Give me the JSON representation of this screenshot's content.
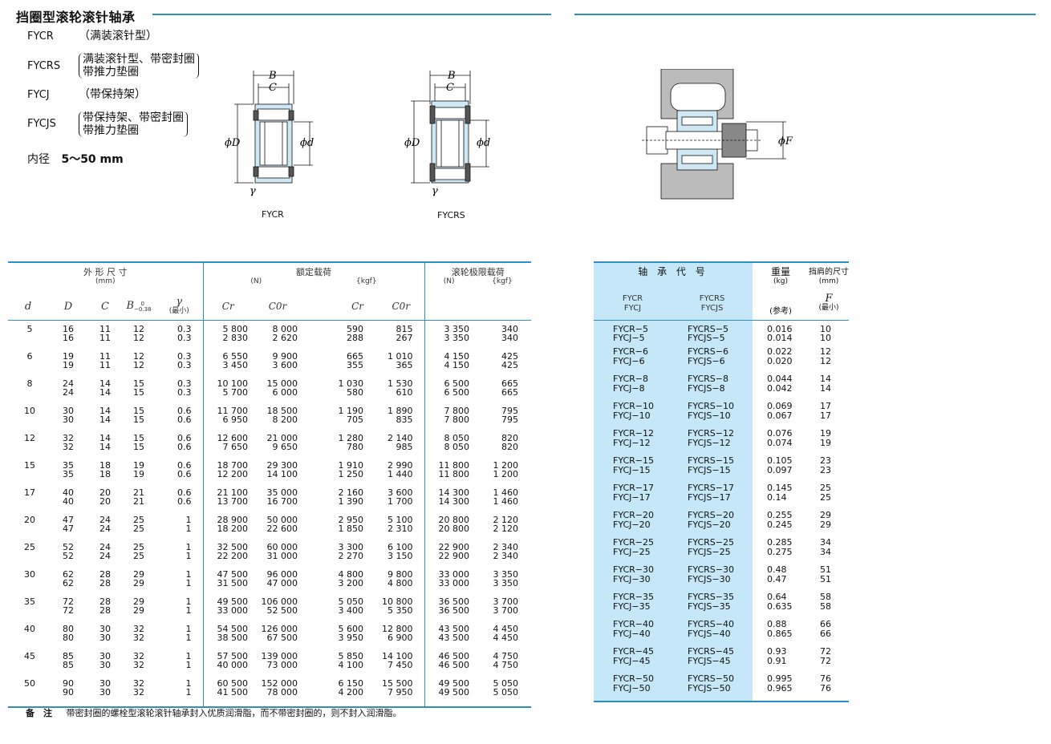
{
  "title": "挡圈型滚轮滚针轴承",
  "types": [
    {
      "code": "FYCR",
      "desc": [
        "（满装滚针型）"
      ],
      "bracket": false
    },
    {
      "code": "FYCRS",
      "desc": [
        "满装滚针型、带密封圈",
        "带推力垫圈"
      ],
      "bracket": true
    },
    {
      "code": "FYCJ",
      "desc": [
        "（带保持架）"
      ],
      "bracket": false
    },
    {
      "code": "FYCJS",
      "desc": [
        "带保持架、带密封圈",
        "带推力垫圈"
      ],
      "bracket": true
    }
  ],
  "bore": {
    "label": "内径",
    "value": "5～50 mm"
  },
  "figures": {
    "fig1_caption": "FYCR",
    "fig2_caption": "FYCRS",
    "labels": {
      "B": "B",
      "C": "C",
      "D": "ϕD",
      "d": "ϕd",
      "r": "γ",
      "F": "ϕF"
    }
  },
  "table_headers": {
    "dims": "外 形 尺 寸",
    "dims_unit": "(mm)",
    "loads": "额定载荷",
    "loads_n": "(N)",
    "loads_kgf": "{kgf}",
    "limit": "滚轮极限载荷",
    "limit_n": "(N)",
    "limit_kgf": "{kgf}",
    "col_d": "d",
    "col_D": "D",
    "col_C": "C",
    "col_B": "B",
    "col_B_tol_top": "0",
    "col_B_tol_bot": "−0.38",
    "col_r": "γ",
    "col_r_note": "(最小)",
    "col_Cr": "Cr",
    "col_C0r": "C0r",
    "col_Cr2": "Cr",
    "col_C0r2": "C0r",
    "code": "轴 承 代 号",
    "code_a": [
      "FYCR",
      "FYCJ"
    ],
    "code_b": [
      "FYCRS",
      "FYCJS"
    ],
    "weight": "重量",
    "weight_unit": "(kg)",
    "weight_note": "(参考)",
    "shoulder": "挡肩的尺寸",
    "shoulder_unit": "(mm)",
    "shoulder_F": "F",
    "shoulder_note": "(最小)"
  },
  "rows": [
    {
      "d": "5",
      "D": [
        "16",
        "16"
      ],
      "C": [
        "11",
        "11"
      ],
      "B": [
        "12",
        "12"
      ],
      "r": [
        "0.3",
        "0.3"
      ],
      "Cr": [
        "5 800",
        "2 830"
      ],
      "C0r": [
        "8 000",
        "2 620"
      ],
      "Crk": [
        "590",
        "288"
      ],
      "C0rk": [
        "815",
        "267"
      ],
      "LN": [
        "3 350",
        "3 350"
      ],
      "Lk": [
        "340",
        "340"
      ],
      "codeA": [
        "FYCR−5",
        "FYCJ−5"
      ],
      "codeB": [
        "FYCRS−5",
        "FYCJS−5"
      ],
      "w": [
        "0.016",
        "0.014"
      ],
      "F": [
        "10",
        "10"
      ]
    },
    {
      "d": "6",
      "D": [
        "19",
        "19"
      ],
      "C": [
        "11",
        "11"
      ],
      "B": [
        "12",
        "12"
      ],
      "r": [
        "0.3",
        "0.3"
      ],
      "Cr": [
        "6 550",
        "3 450"
      ],
      "C0r": [
        "9 900",
        "3 600"
      ],
      "Crk": [
        "665",
        "355"
      ],
      "C0rk": [
        "1 010",
        "365"
      ],
      "LN": [
        "4 150",
        "4 150"
      ],
      "Lk": [
        "425",
        "425"
      ],
      "codeA": [
        "FYCR−6",
        "FYCJ−6"
      ],
      "codeB": [
        "FYCRS−6",
        "FYCJS−6"
      ],
      "w": [
        "0.022",
        "0.020"
      ],
      "F": [
        "12",
        "12"
      ]
    },
    {
      "d": "8",
      "D": [
        "24",
        "24"
      ],
      "C": [
        "14",
        "14"
      ],
      "B": [
        "15",
        "15"
      ],
      "r": [
        "0.3",
        "0.3"
      ],
      "Cr": [
        "10 100",
        "5 700"
      ],
      "C0r": [
        "15 000",
        "6 000"
      ],
      "Crk": [
        "1 030",
        "580"
      ],
      "C0rk": [
        "1 530",
        "610"
      ],
      "LN": [
        "6 500",
        "6 500"
      ],
      "Lk": [
        "665",
        "665"
      ],
      "codeA": [
        "FYCR−8",
        "FYCJ−8"
      ],
      "codeB": [
        "FYCRS−8",
        "FYCJS−8"
      ],
      "w": [
        "0.044",
        "0.042"
      ],
      "F": [
        "14",
        "14"
      ]
    },
    {
      "d": "10",
      "D": [
        "30",
        "30"
      ],
      "C": [
        "14",
        "14"
      ],
      "B": [
        "15",
        "15"
      ],
      "r": [
        "0.6",
        "0.6"
      ],
      "Cr": [
        "11 700",
        "6 950"
      ],
      "C0r": [
        "18 500",
        "8 200"
      ],
      "Crk": [
        "1 190",
        "705"
      ],
      "C0rk": [
        "1 890",
        "835"
      ],
      "LN": [
        "7 800",
        "7 800"
      ],
      "Lk": [
        "795",
        "795"
      ],
      "codeA": [
        "FYCR−10",
        "FYCJ−10"
      ],
      "codeB": [
        "FYCRS−10",
        "FYCJS−10"
      ],
      "w": [
        "0.069",
        "0.067"
      ],
      "F": [
        "17",
        "17"
      ]
    },
    {
      "d": "12",
      "D": [
        "32",
        "32"
      ],
      "C": [
        "14",
        "14"
      ],
      "B": [
        "15",
        "15"
      ],
      "r": [
        "0.6",
        "0.6"
      ],
      "Cr": [
        "12 600",
        "7 650"
      ],
      "C0r": [
        "21 000",
        "9 650"
      ],
      "Crk": [
        "1 280",
        "780"
      ],
      "C0rk": [
        "2 140",
        "985"
      ],
      "LN": [
        "8 050",
        "8 050"
      ],
      "Lk": [
        "820",
        "820"
      ],
      "codeA": [
        "FYCR−12",
        "FYCJ−12"
      ],
      "codeB": [
        "FYCRS−12",
        "FYCJS−12"
      ],
      "w": [
        "0.076",
        "0.074"
      ],
      "F": [
        "19",
        "19"
      ]
    },
    {
      "d": "15",
      "D": [
        "35",
        "35"
      ],
      "C": [
        "18",
        "18"
      ],
      "B": [
        "19",
        "19"
      ],
      "r": [
        "0.6",
        "0.6"
      ],
      "Cr": [
        "18 700",
        "12 200"
      ],
      "C0r": [
        "29 300",
        "14 100"
      ],
      "Crk": [
        "1 910",
        "1 250"
      ],
      "C0rk": [
        "2 990",
        "1 440"
      ],
      "LN": [
        "11 800",
        "11 800"
      ],
      "Lk": [
        "1 200",
        "1 200"
      ],
      "codeA": [
        "FYCR−15",
        "FYCJ−15"
      ],
      "codeB": [
        "FYCRS−15",
        "FYCJS−15"
      ],
      "w": [
        "0.105",
        "0.097"
      ],
      "F": [
        "23",
        "23"
      ]
    },
    {
      "d": "17",
      "D": [
        "40",
        "40"
      ],
      "C": [
        "20",
        "20"
      ],
      "B": [
        "21",
        "21"
      ],
      "r": [
        "0.6",
        "0.6"
      ],
      "Cr": [
        "21 100",
        "13 700"
      ],
      "C0r": [
        "35 000",
        "16 700"
      ],
      "Crk": [
        "2 160",
        "1 390"
      ],
      "C0rk": [
        "3 600",
        "1 700"
      ],
      "LN": [
        "14 300",
        "14 300"
      ],
      "Lk": [
        "1 460",
        "1 460"
      ],
      "codeA": [
        "FYCR−17",
        "FYCJ−17"
      ],
      "codeB": [
        "FYCRS−17",
        "FYCJS−17"
      ],
      "w": [
        "0.145",
        "0.14"
      ],
      "F": [
        "25",
        "25"
      ]
    },
    {
      "d": "20",
      "D": [
        "47",
        "47"
      ],
      "C": [
        "24",
        "24"
      ],
      "B": [
        "25",
        "25"
      ],
      "r": [
        "1",
        "1"
      ],
      "Cr": [
        "28 900",
        "18 200"
      ],
      "C0r": [
        "50 000",
        "22 600"
      ],
      "Crk": [
        "2 950",
        "1 850"
      ],
      "C0rk": [
        "5 100",
        "2 310"
      ],
      "LN": [
        "20 800",
        "20 800"
      ],
      "Lk": [
        "2 120",
        "2 120"
      ],
      "codeA": [
        "FYCR−20",
        "FYCJ−20"
      ],
      "codeB": [
        "FYCRS−20",
        "FYCJS−20"
      ],
      "w": [
        "0.255",
        "0.245"
      ],
      "F": [
        "29",
        "29"
      ]
    },
    {
      "d": "25",
      "D": [
        "52",
        "52"
      ],
      "C": [
        "24",
        "24"
      ],
      "B": [
        "25",
        "25"
      ],
      "r": [
        "1",
        "1"
      ],
      "Cr": [
        "32 500",
        "22 200"
      ],
      "C0r": [
        "60 000",
        "31 000"
      ],
      "Crk": [
        "3 300",
        "2 270"
      ],
      "C0rk": [
        "6 100",
        "3 150"
      ],
      "LN": [
        "22 900",
        "22 900"
      ],
      "Lk": [
        "2 340",
        "2 340"
      ],
      "codeA": [
        "FYCR−25",
        "FYCJ−25"
      ],
      "codeB": [
        "FYCRS−25",
        "FYCJS−25"
      ],
      "w": [
        "0.285",
        "0.275"
      ],
      "F": [
        "34",
        "34"
      ]
    },
    {
      "d": "30",
      "D": [
        "62",
        "62"
      ],
      "C": [
        "28",
        "28"
      ],
      "B": [
        "29",
        "29"
      ],
      "r": [
        "1",
        "1"
      ],
      "Cr": [
        "47 500",
        "31 500"
      ],
      "C0r": [
        "96 000",
        "47 000"
      ],
      "Crk": [
        "4 800",
        "3 200"
      ],
      "C0rk": [
        "9 800",
        "4 800"
      ],
      "LN": [
        "33 000",
        "33 000"
      ],
      "Lk": [
        "3 350",
        "3 350"
      ],
      "codeA": [
        "FYCR−30",
        "FYCJ−30"
      ],
      "codeB": [
        "FYCRS−30",
        "FYCJS−30"
      ],
      "w": [
        "0.48",
        "0.47"
      ],
      "F": [
        "51",
        "51"
      ]
    },
    {
      "d": "35",
      "D": [
        "72",
        "72"
      ],
      "C": [
        "28",
        "28"
      ],
      "B": [
        "29",
        "29"
      ],
      "r": [
        "1",
        "1"
      ],
      "Cr": [
        "49 500",
        "33 000"
      ],
      "C0r": [
        "106 000",
        "52 500"
      ],
      "Crk": [
        "5 050",
        "3 400"
      ],
      "C0rk": [
        "10 800",
        "5 350"
      ],
      "LN": [
        "36 500",
        "36 500"
      ],
      "Lk": [
        "3 700",
        "3 700"
      ],
      "codeA": [
        "FYCR−35",
        "FYCJ−35"
      ],
      "codeB": [
        "FYCRS−35",
        "FYCJS−35"
      ],
      "w": [
        "0.64",
        "0.635"
      ],
      "F": [
        "58",
        "58"
      ]
    },
    {
      "d": "40",
      "D": [
        "80",
        "80"
      ],
      "C": [
        "30",
        "30"
      ],
      "B": [
        "32",
        "32"
      ],
      "r": [
        "1",
        "1"
      ],
      "Cr": [
        "54 500",
        "38 500"
      ],
      "C0r": [
        "126 000",
        "67 500"
      ],
      "Crk": [
        "5 600",
        "3 950"
      ],
      "C0rk": [
        "12 800",
        "6 900"
      ],
      "LN": [
        "43 500",
        "43 500"
      ],
      "Lk": [
        "4 450",
        "4 450"
      ],
      "codeA": [
        "FYCR−40",
        "FYCJ−40"
      ],
      "codeB": [
        "FYCRS−40",
        "FYCJS−40"
      ],
      "w": [
        "0.88",
        "0.865"
      ],
      "F": [
        "66",
        "66"
      ]
    },
    {
      "d": "45",
      "D": [
        "85",
        "85"
      ],
      "C": [
        "30",
        "30"
      ],
      "B": [
        "32",
        "32"
      ],
      "r": [
        "1",
        "1"
      ],
      "Cr": [
        "57 500",
        "40 000"
      ],
      "C0r": [
        "139 000",
        "73 000"
      ],
      "Crk": [
        "5 850",
        "4 100"
      ],
      "C0rk": [
        "14 100",
        "7 450"
      ],
      "LN": [
        "46 500",
        "46 500"
      ],
      "Lk": [
        "4 750",
        "4 750"
      ],
      "codeA": [
        "FYCR−45",
        "FYCJ−45"
      ],
      "codeB": [
        "FYCRS−45",
        "FYCJS−45"
      ],
      "w": [
        "0.93",
        "0.91"
      ],
      "F": [
        "72",
        "72"
      ]
    },
    {
      "d": "50",
      "D": [
        "90",
        "90"
      ],
      "C": [
        "30",
        "30"
      ],
      "B": [
        "32",
        "32"
      ],
      "r": [
        "1",
        "1"
      ],
      "Cr": [
        "60 500",
        "41 500"
      ],
      "C0r": [
        "152 000",
        "78 000"
      ],
      "Crk": [
        "6 150",
        "4 200"
      ],
      "C0rk": [
        "15 500",
        "7 950"
      ],
      "LN": [
        "49 500",
        "49 500"
      ],
      "Lk": [
        "5 050",
        "5 050"
      ],
      "codeA": [
        "FYCR−50",
        "FYCJ−50"
      ],
      "codeB": [
        "FYCRS−50",
        "FYCJS−50"
      ],
      "w": [
        "0.995",
        "0.965"
      ],
      "F": [
        "76",
        "76"
      ]
    }
  ],
  "note": {
    "label": "备　注",
    "text": "带密封圈的螺栓型滚轮滚针轴承封入优质润滑脂，而不带密封圈的，则不封入润滑脂。"
  },
  "colors": {
    "accent": "#2e8fc7",
    "highlight": "#c6e7f7"
  }
}
